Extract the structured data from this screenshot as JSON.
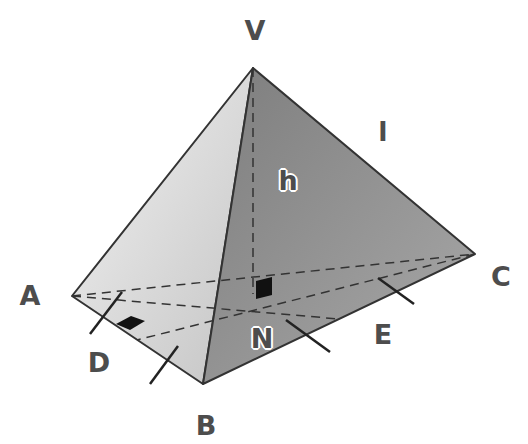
{
  "diagram": {
    "labels": [
      "V",
      "l",
      "h",
      "A",
      "C",
      "D",
      "N",
      "E",
      "B"
    ]
  }
}
